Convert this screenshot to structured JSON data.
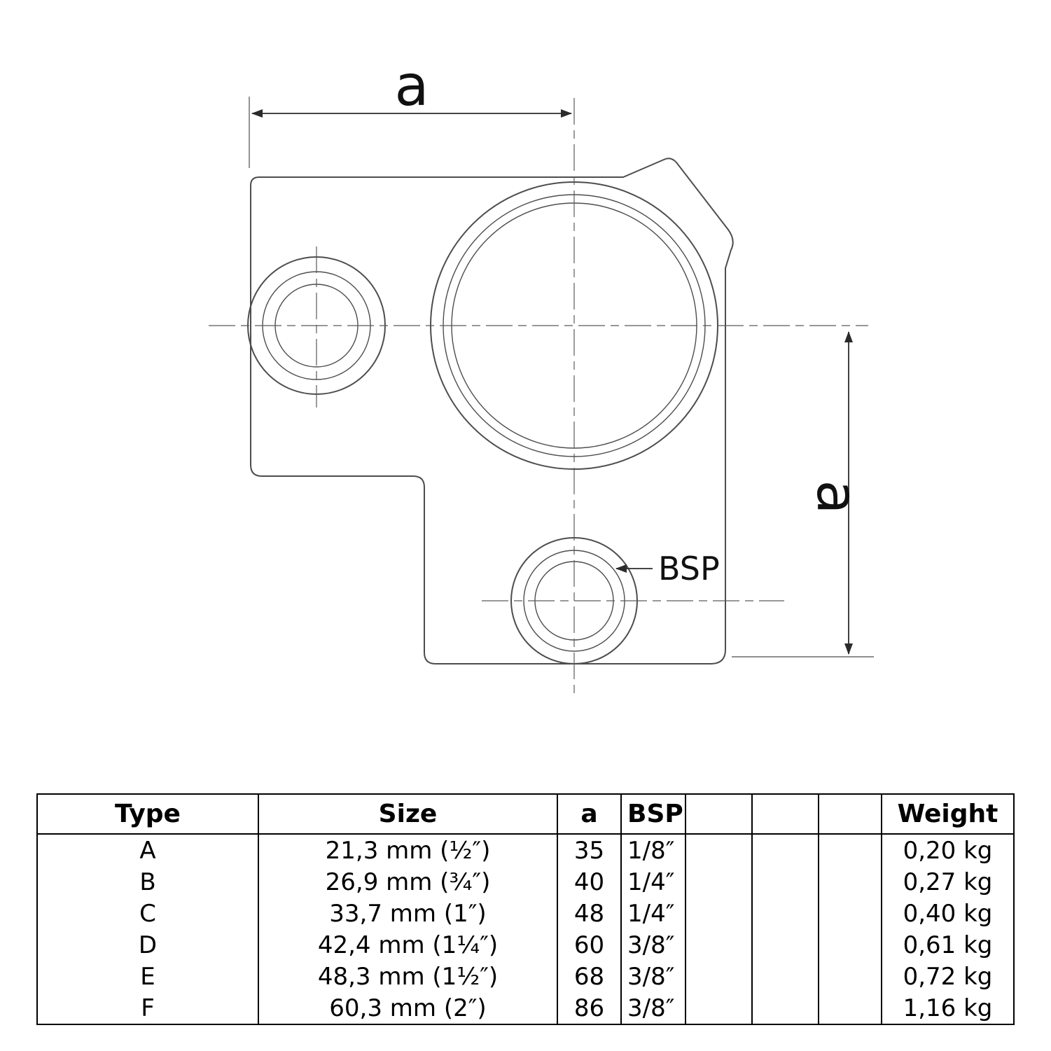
{
  "drawing": {
    "dim_horizontal_label": "a",
    "dim_vertical_label": "a",
    "bsp_label": "BSP"
  },
  "table": {
    "headers": [
      "Type",
      "Size",
      "a",
      "BSP",
      "",
      "",
      "",
      "Weight"
    ],
    "rows": [
      [
        "A",
        "21,3 mm (½″)",
        "35",
        "1/8″",
        "",
        "",
        "",
        "0,20 kg"
      ],
      [
        "B",
        "26,9 mm (¾″)",
        "40",
        "1/4″",
        "",
        "",
        "",
        "0,27 kg"
      ],
      [
        "C",
        "33,7 mm (1″)",
        "48",
        "1/4″",
        "",
        "",
        "",
        "0,40 kg"
      ],
      [
        "D",
        "42,4 mm (1¼″)",
        "60",
        "3/8″",
        "",
        "",
        "",
        "0,61 kg"
      ],
      [
        "E",
        "48,3 mm (1½″)",
        "68",
        "3/8″",
        "",
        "",
        "",
        "0,72 kg"
      ],
      [
        "F",
        "60,3 mm (2″)",
        "86",
        "3/8″",
        "",
        "",
        "",
        "1,16 kg"
      ]
    ]
  }
}
